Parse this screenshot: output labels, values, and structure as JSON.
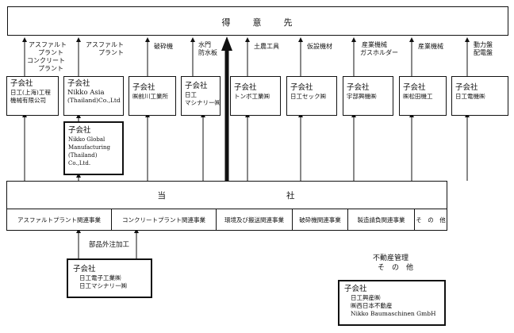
{
  "customer": {
    "label": "得　　意　　先"
  },
  "company": {
    "title": "当　　　　　　　　　　　　社"
  },
  "divisions": [
    {
      "label": "アスファルトプラント関連事業"
    },
    {
      "label": "コンクリートプラント関連事業"
    },
    {
      "label": "環境及び搬送関連事業"
    },
    {
      "label": "破砕機関連事業"
    },
    {
      "label": "製造請負関連事業"
    },
    {
      "label": "そ　の　他"
    }
  ],
  "flows": [
    {
      "lines": [
        "アスファルト",
        "プラント",
        "コンクリート",
        "プラント"
      ]
    },
    {
      "lines": [
        "アスファルト",
        "プラント"
      ]
    },
    {
      "lines": [
        "破砕機"
      ]
    },
    {
      "lines": [
        "水門",
        "防水板"
      ]
    },
    {
      "lines": [
        "土農工具"
      ]
    },
    {
      "lines": [
        "仮設機材"
      ]
    },
    {
      "lines": [
        "産業機械",
        "ガスホルダー"
      ]
    },
    {
      "lines": [
        "産業機械"
      ]
    },
    {
      "lines": [
        "動力盤",
        "配電盤"
      ]
    }
  ],
  "subsidiaries": [
    {
      "title": "子会社",
      "name": [
        "日工(上海)工程",
        "機械有限公司"
      ]
    },
    {
      "title": "子会社",
      "name": [
        "Nikko Asia",
        "(Thailand)Co.,Ltd"
      ]
    },
    {
      "title": "子会社",
      "name": [
        "㈱前川工業所"
      ]
    },
    {
      "title": "子会社",
      "name": [
        "日工",
        "マシナリー㈱"
      ]
    },
    {
      "title": "子会社",
      "name": [
        "トンボ工業㈱"
      ]
    },
    {
      "title": "子会社",
      "name": [
        "日工セック㈱"
      ]
    },
    {
      "title": "子会社",
      "name": [
        "宇部興機㈱"
      ]
    },
    {
      "title": "子会社",
      "name": [
        "㈱松田機工"
      ]
    },
    {
      "title": "子会社",
      "name": [
        "日工電機㈱"
      ]
    }
  ],
  "global_sub": {
    "title": "子会社",
    "name": [
      "Nikko Global",
      "Manufacturing",
      "(Thailand)",
      "Co.,Ltd."
    ]
  },
  "outsourcing": {
    "label": "部品外注加工"
  },
  "parts_sub": {
    "title": "子会社",
    "names": [
      "日工電子工業㈱",
      "日工マシナリー㈱"
    ]
  },
  "real_estate": {
    "label": "不動産管理",
    "label2": "そ　の　他"
  },
  "other_sub": {
    "title": "子会社",
    "names": [
      "日工興産㈱",
      "㈱西日本不動産",
      "Nikko Baumaschinen GmbH"
    ]
  }
}
